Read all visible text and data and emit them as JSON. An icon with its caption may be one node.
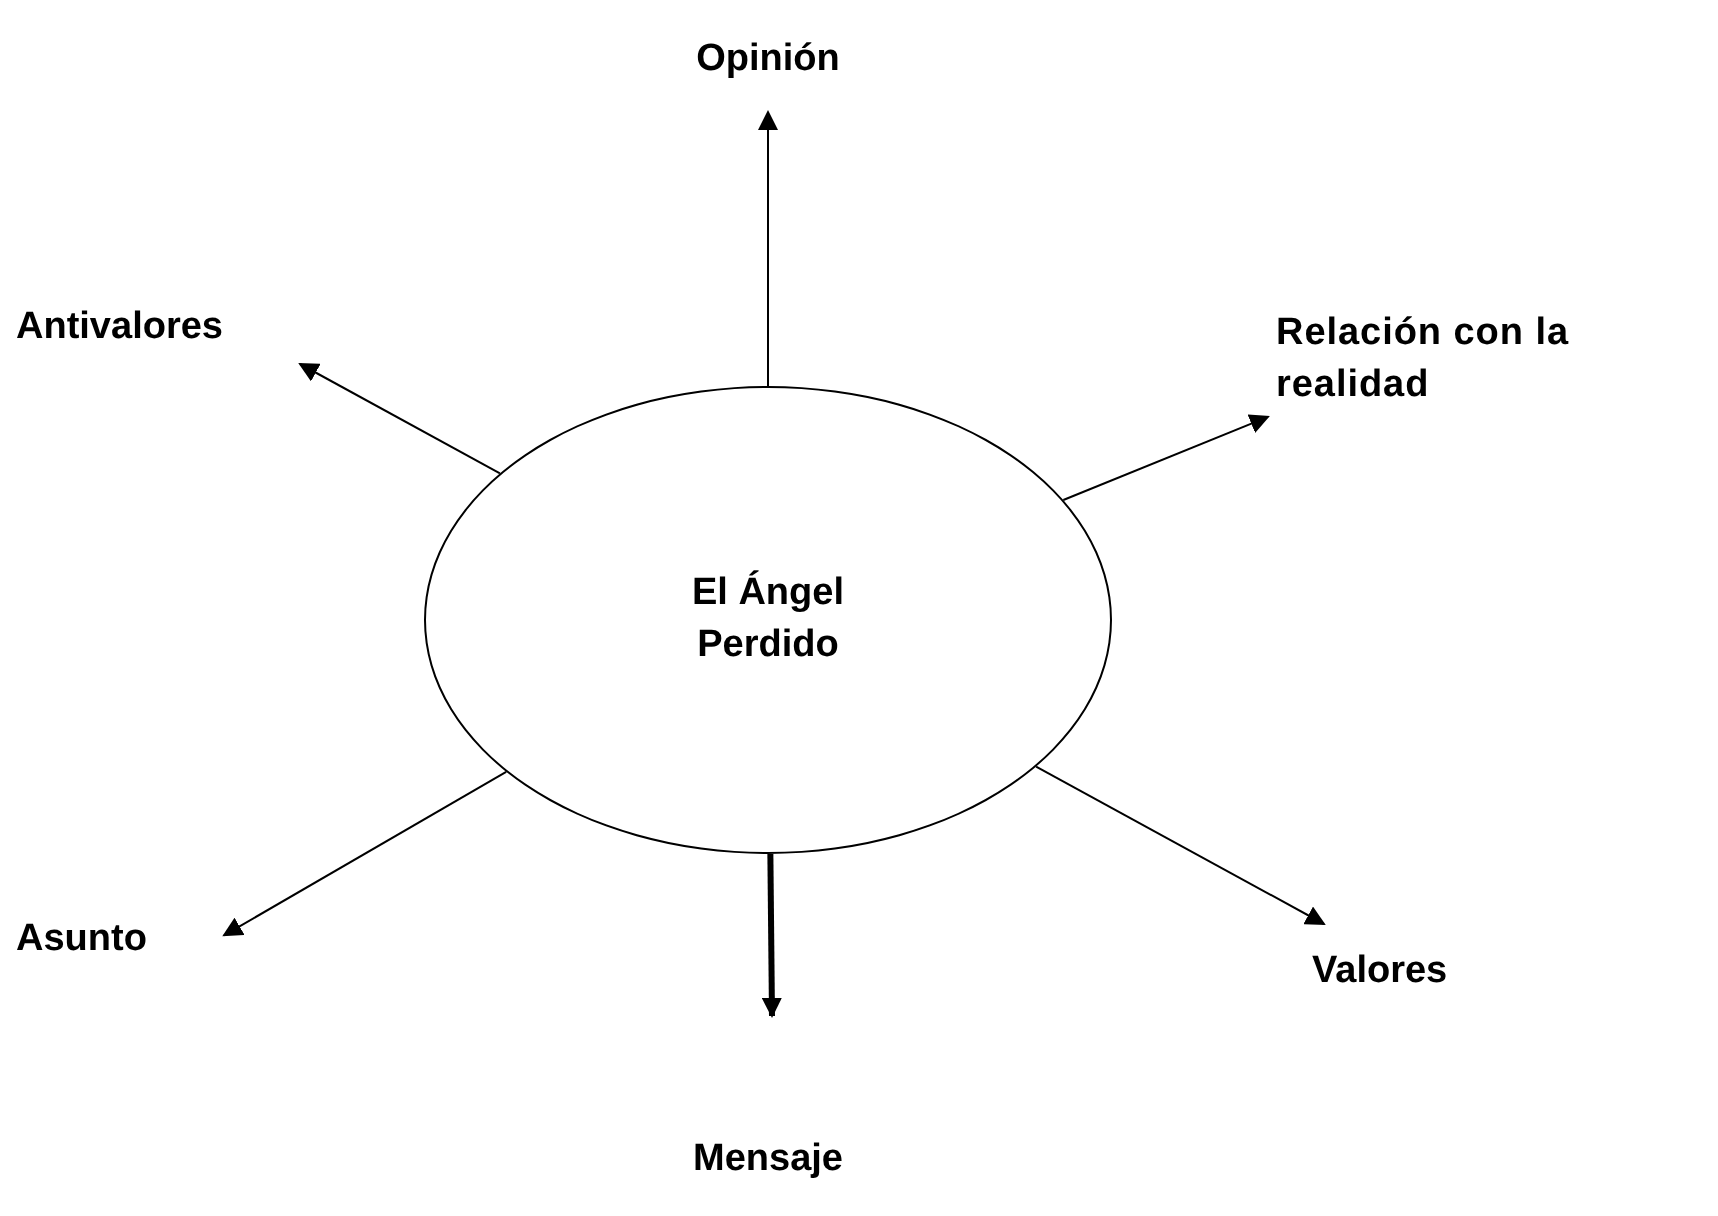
{
  "diagram": {
    "nodes": [
      {
        "text": [
          "Opinión"
        ]
      },
      {
        "text": [
          "Antivalores"
        ]
      },
      {
        "text": [
          "Relación con la realidad"
        ]
      },
      {
        "text": [
          "El Ángel Perdido"
        ]
      },
      {
        "text": [
          "Asunto"
        ]
      },
      {
        "text": [
          "Valores"
        ]
      },
      {
        "text": [
          "Mensaje"
        ]
      }
    ],
    "edges": [
      {
        "from": 3,
        "to": 0,
        "arrow": "to"
      },
      {
        "from": 3,
        "to": 1,
        "arrow": "to"
      },
      {
        "from": 3,
        "to": 2,
        "arrow": "to"
      },
      {
        "from": 3,
        "to": 4,
        "arrow": "to"
      },
      {
        "from": 3,
        "to": 5,
        "arrow": "to"
      },
      {
        "from": 3,
        "to": 6,
        "arrow": "to",
        "style": "thick"
      }
    ]
  }
}
